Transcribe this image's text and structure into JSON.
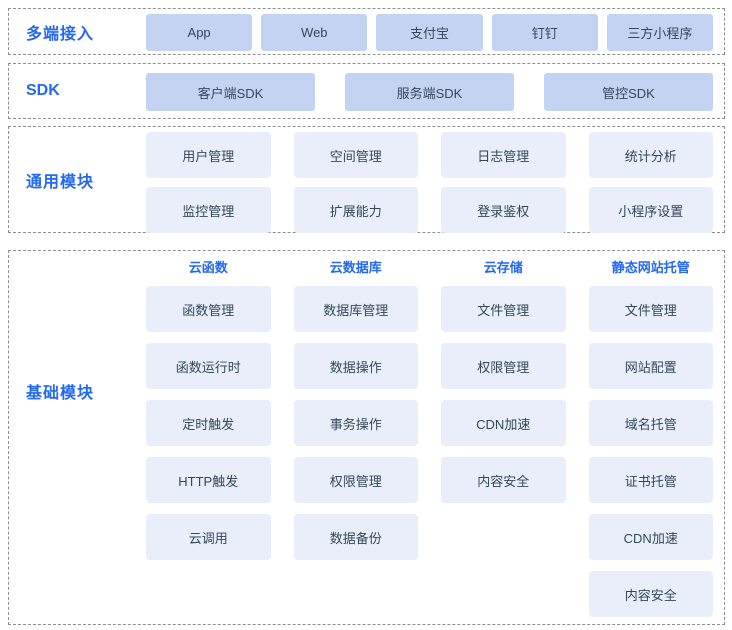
{
  "colors": {
    "accent_blue": "#2468f2",
    "client_box_bg": "#c5d3f3",
    "module_box_bg": "#e9eefa",
    "box_text": "#33475c",
    "section_border": "#8f8f8f"
  },
  "sections": [
    {
      "label": "多端接入",
      "items": [
        "App",
        "Web",
        "支付宝",
        "钉钉",
        "三方小程序"
      ]
    },
    {
      "label": "SDK",
      "items": [
        "客户端SDK",
        "服务端SDK",
        "管控SDK"
      ]
    },
    {
      "label": "通用模块",
      "items": [
        "用户管理",
        "空间管理",
        "日志管理",
        "统计分析",
        "监控管理",
        "扩展能力",
        "登录鉴权",
        "小程序设置"
      ]
    },
    {
      "label": "基础模块",
      "columns": [
        {
          "title": "云函数",
          "items": [
            "函数管理",
            "函数运行时",
            "定时触发",
            "HTTP触发",
            "云调用"
          ]
        },
        {
          "title": "云数据库",
          "items": [
            "数据库管理",
            "数据操作",
            "事务操作",
            "权限管理",
            "数据备份"
          ]
        },
        {
          "title": "云存储",
          "items": [
            "文件管理",
            "权限管理",
            "CDN加速",
            "内容安全"
          ]
        },
        {
          "title": "静态网站托管",
          "items": [
            "文件管理",
            "网站配置",
            "域名托管",
            "证书托管",
            "CDN加速",
            "内容安全"
          ]
        }
      ]
    }
  ]
}
